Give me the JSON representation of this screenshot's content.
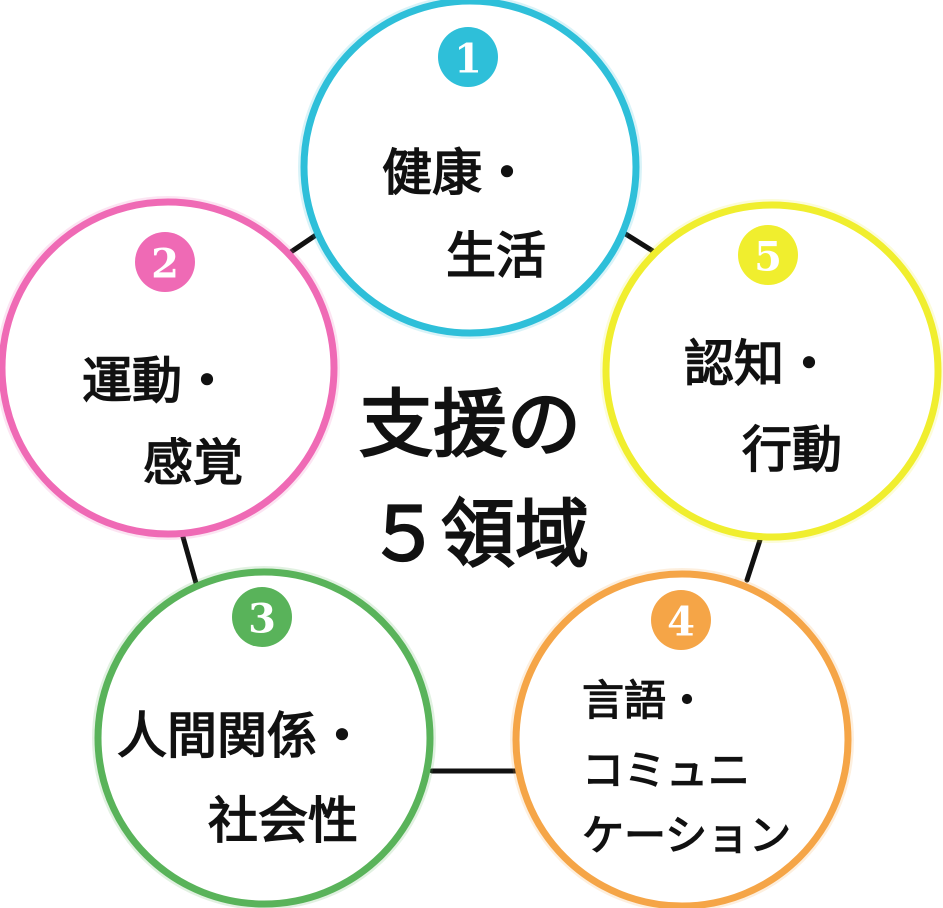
{
  "center": {
    "line1": "支援の",
    "line2": "５領域"
  },
  "domains": [
    {
      "number": "1",
      "color": "#2ebfd9",
      "lines": [
        "健康・",
        "生活"
      ]
    },
    {
      "number": "2",
      "color": "#ef6ab5",
      "lines": [
        "運動・",
        "感覚"
      ]
    },
    {
      "number": "3",
      "color": "#59b35a",
      "lines": [
        "人間関係・",
        "社会性"
      ]
    },
    {
      "number": "4",
      "color": "#f5a547",
      "lines": [
        "言語・",
        "コミュニ",
        "ケーション"
      ]
    },
    {
      "number": "5",
      "color": "#f0ee2e",
      "lines": [
        "認知・",
        "行動"
      ]
    }
  ]
}
